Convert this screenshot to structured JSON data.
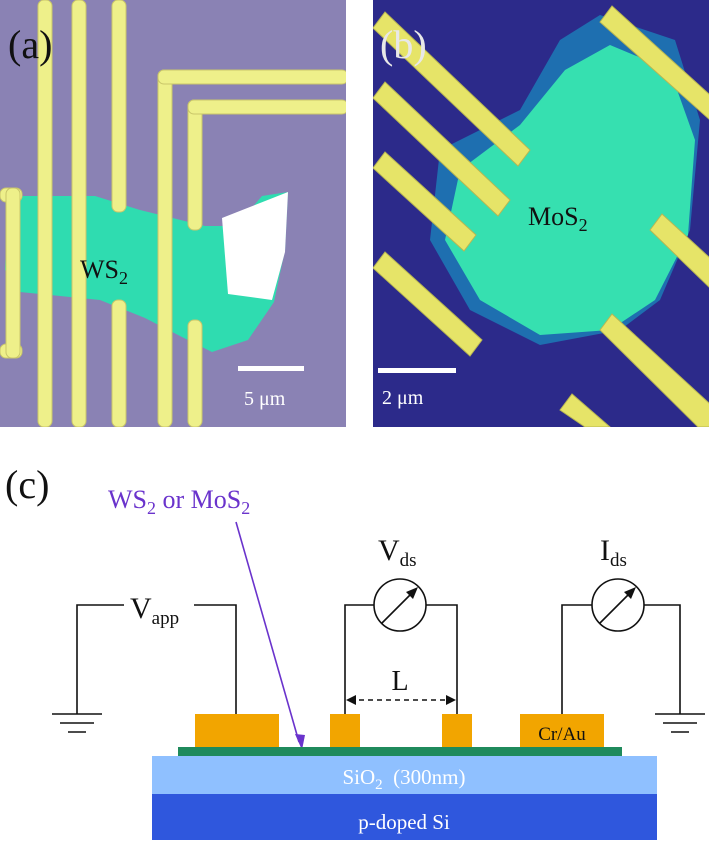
{
  "panel_a": {
    "label": "(a)",
    "material": "WS",
    "material_sub": "2",
    "scale_text": "5 μm",
    "colors": {
      "substrate": "#8a82b4",
      "flake": "#2fdcb0",
      "electrode": "#eef08a",
      "bulk": "#ffffff"
    }
  },
  "panel_b": {
    "label": "(b)",
    "material": "MoS",
    "material_sub": "2",
    "scale_text": "2 μm",
    "colors": {
      "substrate": "#2c2a8a",
      "flake": "#36e0b0",
      "electrode": "#e6e468"
    }
  },
  "panel_c": {
    "label": "(c)",
    "flake_label_1": "WS",
    "flake_label_1_sub": "2",
    "flake_label_or": " or ",
    "flake_label_2": "MoS",
    "flake_label_2_sub": "2",
    "vapp": "V",
    "vapp_sub": "app",
    "vds": "V",
    "vds_sub": "ds",
    "ids": "I",
    "ids_sub": "ds",
    "length": "L",
    "contact": "Cr/Au",
    "oxide": "SiO",
    "oxide_sub": "2",
    "oxide_thickness": "  (300nm)",
    "substrate": "p-doped Si",
    "colors": {
      "contact": "#f2a500",
      "flake": "#1f8a5c",
      "oxide": "#8fc0ff",
      "substrate": "#2f57dd",
      "arrow": "#6a33cc"
    }
  }
}
